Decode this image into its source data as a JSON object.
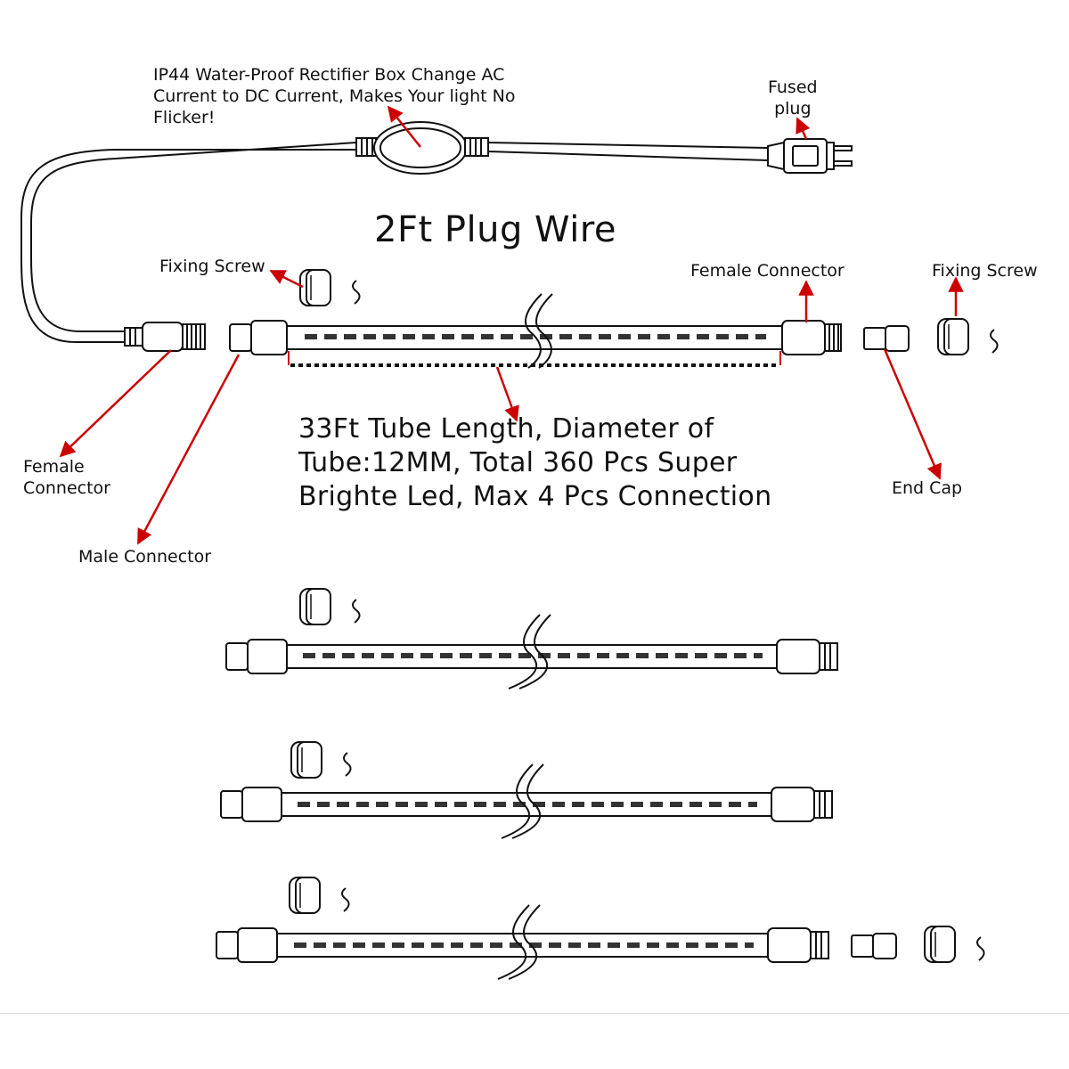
{
  "labels": {
    "rectifier": "IP44 Water-Proof Rectifier Box Change AC\nCurrent to DC Current, Makes Your light No\nFlicker!",
    "fused_plug": "Fused\nplug",
    "plug_wire": "2Ft Plug Wire",
    "fixing_screw_left": "Fixing Screw",
    "female_connector_top": "Female Connector",
    "fixing_screw_right": "Fixing Screw",
    "female_connector_left": "Female\nConnector",
    "male_connector": "Male Connector",
    "tube_spec": "33Ft Tube Length, Diameter of\nTube:12MM, Total 360 Pcs Super\nBrighte Led, Max 4 Pcs Connection",
    "end_cap": "End Cap"
  },
  "colors": {
    "line": "#111111",
    "arrow": "#cc0000"
  }
}
